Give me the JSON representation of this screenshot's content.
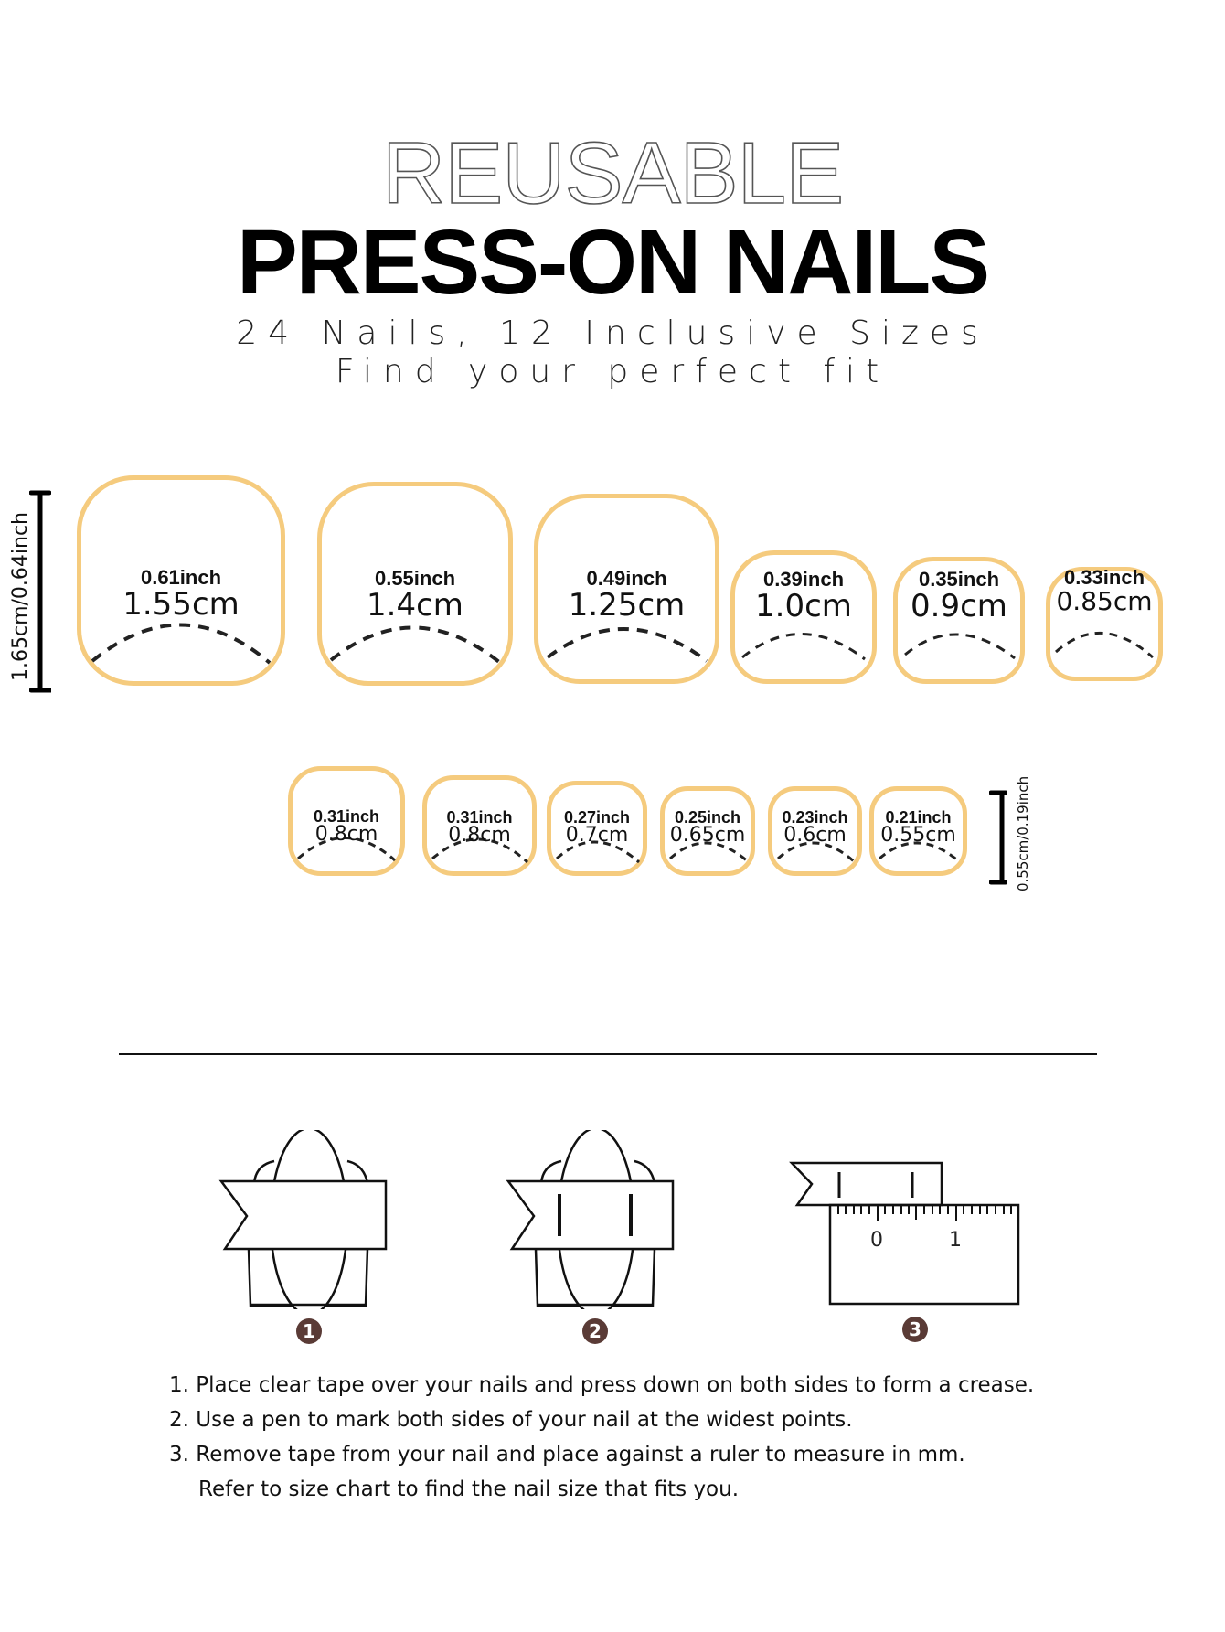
{
  "header": {
    "title_outline": "REUSABLE",
    "title_main": "PRESS-ON NAILS",
    "subtitle_line1": "24 Nails, 12 Inclusive Sizes",
    "subtitle_line2": "Find your perfect fit"
  },
  "colors": {
    "nail_outline": "#F5CB7E",
    "badge": "#5A3B36",
    "text": "#111111"
  },
  "size_chart": {
    "row1_height_label": "1.65cm/0.64inch",
    "row2_height_label": "0.55cm/0.19inch",
    "row1": [
      {
        "inch": "0.61inch",
        "cm": "1.55cm"
      },
      {
        "inch": "0.55inch",
        "cm": "1.4cm"
      },
      {
        "inch": "0.49inch",
        "cm": "1.25cm"
      },
      {
        "inch": "0.39inch",
        "cm": "1.0cm"
      },
      {
        "inch": "0.35inch",
        "cm": "0.9cm"
      },
      {
        "inch": "0.33inch",
        "cm": "0.85cm"
      }
    ],
    "row2": [
      {
        "inch": "0.31inch",
        "cm": "0.8cm"
      },
      {
        "inch": "0.31inch",
        "cm": "0.8cm"
      },
      {
        "inch": "0.27inch",
        "cm": "0.7cm"
      },
      {
        "inch": "0.25inch",
        "cm": "0.65cm"
      },
      {
        "inch": "0.23inch",
        "cm": "0.6cm"
      },
      {
        "inch": "0.21inch",
        "cm": "0.55cm"
      }
    ]
  },
  "steps": {
    "badges": [
      "1",
      "2",
      "3"
    ],
    "ruler_labels": [
      "0",
      "1"
    ],
    "instructions": [
      "1. Place clear tape over your nails and press down on both sides to form a crease.",
      "2. Use a pen to mark both sides of your nail at the widest points.",
      "3. Remove tape from your nail and place against a ruler to measure in mm.",
      "Refer to size chart to find the nail size that fits you."
    ]
  }
}
